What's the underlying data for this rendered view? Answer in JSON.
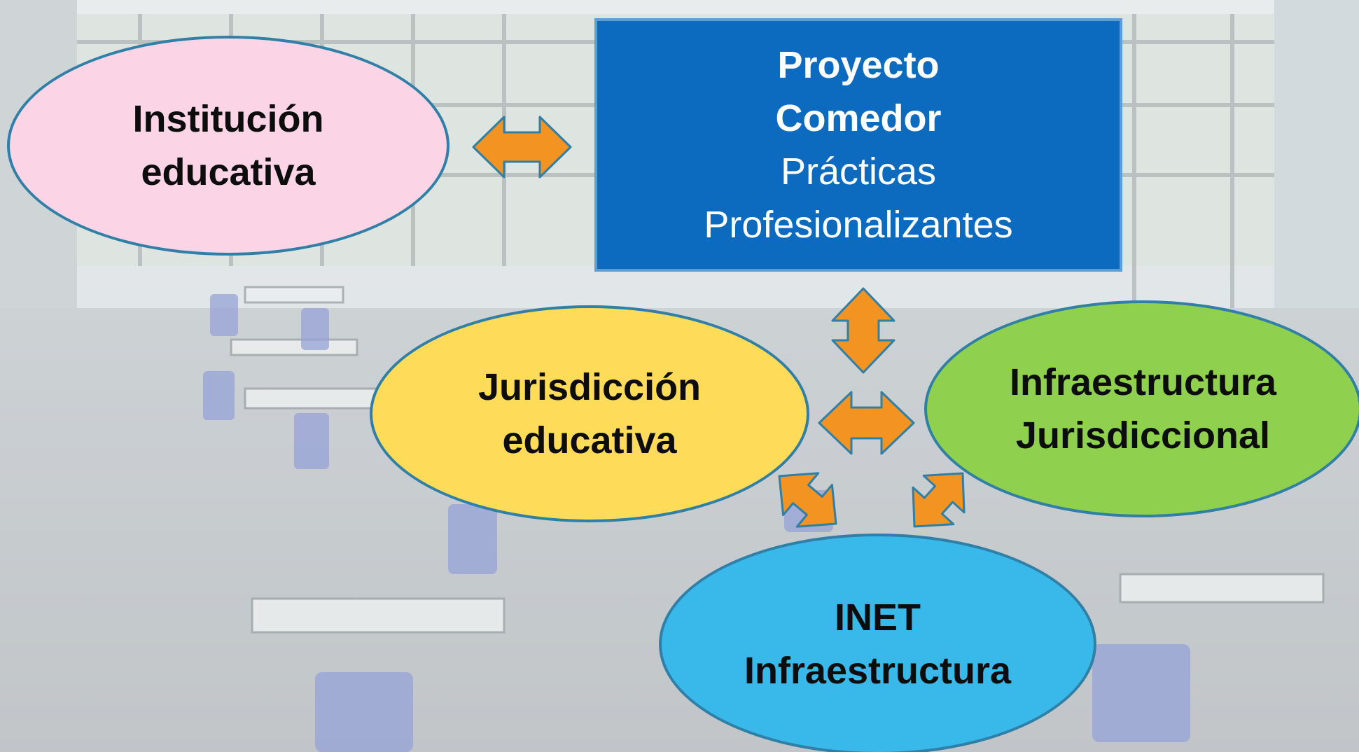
{
  "colors": {
    "project_box": "#0d6bbf",
    "institucion": "#fbd4e6",
    "jurisdiccion": "#fedc5a",
    "infraestructura_jurisdiccional": "#8fd04f",
    "inet": "#39b9ea",
    "arrow_fill": "#f39321",
    "arrow_stroke": "#2f7fa6",
    "node_outline": "#2f7fa6"
  },
  "nodes": {
    "project": {
      "line1": "Proyecto",
      "line2": "Comedor",
      "line3": "Prácticas",
      "line4": "Profesionalizantes"
    },
    "institucion": {
      "line1": "Institución",
      "line2": "educativa"
    },
    "jurisdiccion": {
      "line1": "Jurisdicción",
      "line2": "educativa"
    },
    "infra_jurisdiccional": {
      "line1": "Infraestructura",
      "line2": "Jurisdiccional"
    },
    "inet": {
      "line1": "INET",
      "line2": "Infraestructura"
    }
  },
  "edges": [
    {
      "from": "Institución educativa",
      "to": "Proyecto Comedor",
      "direction": "bidirectional"
    },
    {
      "from": "Proyecto Comedor",
      "to": "Jurisdicción educativa",
      "direction": "bidirectional"
    },
    {
      "from": "Jurisdicción educativa",
      "to": "Infraestructura Jurisdiccional",
      "direction": "bidirectional"
    },
    {
      "from": "Jurisdicción educativa",
      "to": "INET Infraestructura",
      "direction": "bidirectional"
    },
    {
      "from": "Infraestructura Jurisdiccional",
      "to": "INET Infraestructura",
      "direction": "bidirectional"
    }
  ],
  "background": {
    "description_icon": "school-canteen-photo"
  }
}
